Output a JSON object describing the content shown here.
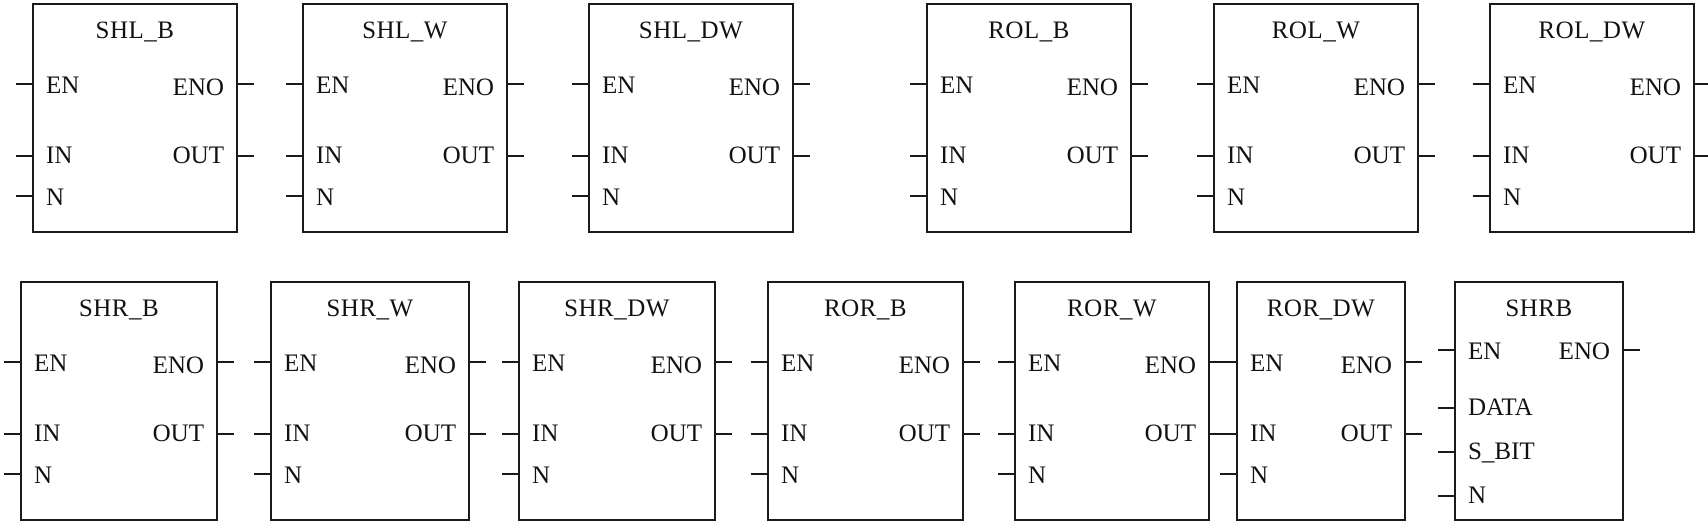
{
  "blocks_row1": [
    {
      "title": "SHL_B",
      "en": "EN",
      "eno": "ENO",
      "in": "IN",
      "out": "OUT",
      "n": "N"
    },
    {
      "title": "SHL_W",
      "en": "EN",
      "eno": "ENO",
      "in": "IN",
      "out": "OUT",
      "n": "N"
    },
    {
      "title": "SHL_DW",
      "en": "EN",
      "eno": "ENO",
      "in": "IN",
      "out": "OUT",
      "n": "N"
    },
    {
      "title": "ROL_B",
      "en": "EN",
      "eno": "ENO",
      "in": "IN",
      "out": "OUT",
      "n": "N"
    },
    {
      "title": "ROL_W",
      "en": "EN",
      "eno": "ENO",
      "in": "IN",
      "out": "OUT",
      "n": "N"
    },
    {
      "title": "ROL_DW",
      "en": "EN",
      "eno": "ENO",
      "in": "IN",
      "out": "OUT",
      "n": "N"
    }
  ],
  "blocks_row2": [
    {
      "title": "SHR_B",
      "en": "EN",
      "eno": "ENO",
      "in": "IN",
      "out": "OUT",
      "n": "N"
    },
    {
      "title": "SHR_W",
      "en": "EN",
      "eno": "ENO",
      "in": "IN",
      "out": "OUT",
      "n": "N"
    },
    {
      "title": "SHR_DW",
      "en": "EN",
      "eno": "ENO",
      "in": "IN",
      "out": "OUT",
      "n": "N"
    },
    {
      "title": "ROR_B",
      "en": "EN",
      "eno": "ENO",
      "in": "IN",
      "out": "OUT",
      "n": "N"
    },
    {
      "title": "ROR_W",
      "en": "EN",
      "eno": "ENO",
      "in": "IN",
      "out": "OUT",
      "n": "N"
    },
    {
      "title": "ROR_DW",
      "en": "EN",
      "eno": "ENO",
      "in": "IN",
      "out": "OUT",
      "n": "N"
    }
  ],
  "shrb": {
    "title": "SHRB",
    "en": "EN",
    "eno": "ENO",
    "data": "DATA",
    "s_bit": "S_BIT",
    "n": "N"
  }
}
